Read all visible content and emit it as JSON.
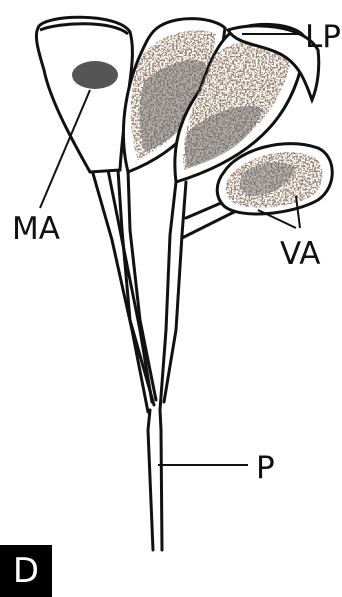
{
  "figure": {
    "panel_label": "D",
    "labels": {
      "lp": "LP",
      "ma": "MA",
      "va": "VA",
      "p": "P"
    }
  },
  "colors": {
    "ink": "#111111",
    "spore_dark": "#4a3528",
    "spore_mid": "#6e5648",
    "core_gray": "#6d6d6d",
    "nucleus": "#555555",
    "panel_bg": "#000000",
    "panel_fg": "#ffffff"
  }
}
